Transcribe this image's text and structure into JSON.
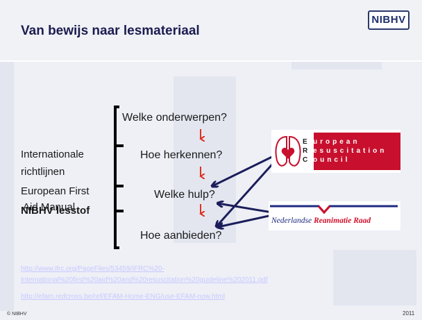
{
  "slide": {
    "title": "Van bewijs naar lesmateriaal",
    "logo_text": "NIBHV"
  },
  "questions": [
    "Welke onderwerpen?",
    "Hoe herkennen?",
    "Welke hulp?",
    "Hoe aanbieden?"
  ],
  "left_labels": {
    "line1": "Internationale",
    "line2": "richtlijnen",
    "line3": "European First",
    "line4": "Aid Manual",
    "line5": "NIBHV lesstof"
  },
  "erc": {
    "rows": [
      {
        "initial": "E",
        "word": "uropean"
      },
      {
        "initial": "R",
        "word": "esuscitation"
      },
      {
        "initial": "C",
        "word": "ouncil"
      }
    ]
  },
  "nrr": {
    "part1": "Nederlandse",
    "part2": "Reanimatie Raad"
  },
  "links": {
    "line1": "http://www.ifrc.org/PageFiles/53459/IFRC%20-",
    "line2": "International%20first%20aid%20and%20resuscitation%20guideline%202011.pdf",
    "line3": "http://efam.redcross.be/ref/EFAM-Home-ENG/use-EFAM-now.html"
  },
  "footer": {
    "left": "© NIBHV",
    "right": "2011"
  },
  "colors": {
    "title": "#1c1c50",
    "arrow_red": "#e03020",
    "arrow_navy": "#1b1d5a",
    "erc_red": "#c8102e",
    "link": "#c8c8ff"
  }
}
